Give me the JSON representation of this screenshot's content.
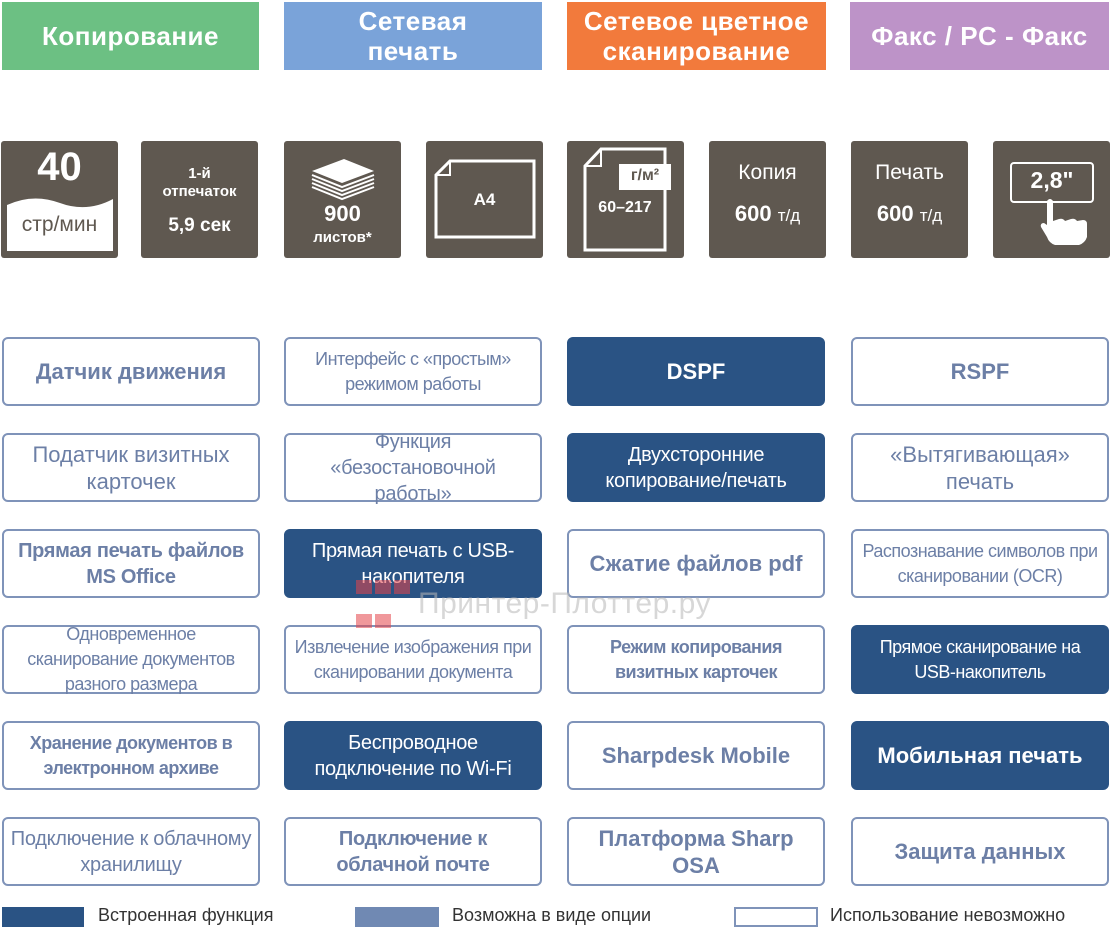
{
  "headers": [
    "Копирование",
    "Сетевая печать",
    "Сетевое цветное сканирование",
    "Факс / PC - Факс"
  ],
  "specs": {
    "speed": {
      "value": "40",
      "unit": "стр/мин"
    },
    "first_print": {
      "line1": "1-й",
      "line2": "отпечаток",
      "line3": "5,9 сек"
    },
    "paper_capacity": {
      "value": "900",
      "unit": "листов*"
    },
    "paper_size": {
      "label": "A4"
    },
    "paper_weight": {
      "unit": "г/м²",
      "range": "60–217"
    },
    "copy_res": {
      "label": "Копия",
      "value": "600",
      "unit": "т/д"
    },
    "print_res": {
      "label": "Печать",
      "value": "600",
      "unit": "т/д"
    },
    "screen": {
      "size": "2,8\""
    }
  },
  "features": [
    {
      "name": "motion-sensor",
      "text": "Датчик движения",
      "state": "outline",
      "bold": true
    },
    {
      "name": "simple-mode-ui",
      "text": "Интерфейс с «простым» режимом работы",
      "state": "outline",
      "bold": false
    },
    {
      "name": "dspf",
      "text": "DSPF",
      "state": "filled",
      "bold": true
    },
    {
      "name": "rspf",
      "text": "RSPF",
      "state": "outline",
      "bold": true
    },
    {
      "name": "business-card-feeder",
      "text": "Податчик визитных карточек",
      "state": "outline",
      "bold": false
    },
    {
      "name": "nonstop-function",
      "text": "Функция «безостановочной работы»",
      "state": "outline",
      "bold": false
    },
    {
      "name": "duplex",
      "text": "Двухсторонние копирование/печать",
      "state": "filled",
      "bold": false
    },
    {
      "name": "pull-print",
      "text": "«Вытягивающая» печать",
      "state": "outline",
      "bold": false
    },
    {
      "name": "ms-office-print",
      "text": "Прямая печать файлов MS Office",
      "state": "outline",
      "bold": true
    },
    {
      "name": "usb-print",
      "text": "Прямая печать с USB-накопителя",
      "state": "filled",
      "bold": false
    },
    {
      "name": "pdf-compression",
      "text": "Сжатие файлов pdf",
      "state": "outline",
      "bold": true
    },
    {
      "name": "ocr",
      "text": "Распознавание символов при сканировании (OCR)",
      "state": "outline",
      "bold": false
    },
    {
      "name": "mixed-size-scan",
      "text": "Одновременное сканирование документов разного размера",
      "state": "outline",
      "bold": false
    },
    {
      "name": "image-extract",
      "text": "Извлечение изображения при сканировании документа",
      "state": "outline",
      "bold": false
    },
    {
      "name": "card-copy-mode",
      "text": "Режим копирования визитных карточек",
      "state": "outline",
      "bold": true
    },
    {
      "name": "usb-scan",
      "text": "Прямое сканирование на  USB-накопитель",
      "state": "filled",
      "bold": false
    },
    {
      "name": "e-archive",
      "text": "Хранение документов в электронном архиве",
      "state": "outline",
      "bold": true
    },
    {
      "name": "wifi",
      "text": "Беспроводное подключение по Wi-Fi",
      "state": "filled",
      "bold": false
    },
    {
      "name": "sharpdesk-mobile",
      "text": "Sharpdesk Mobile",
      "state": "outline",
      "bold": true
    },
    {
      "name": "mobile-print",
      "text": "Мобильная печать",
      "state": "filled",
      "bold": true
    },
    {
      "name": "cloud-storage",
      "text": "Подключение к облачному хранилищу",
      "state": "outline",
      "bold": false
    },
    {
      "name": "cloud-mail",
      "text": "Подключение к облачной почте",
      "state": "outline",
      "bold": true
    },
    {
      "name": "sharp-osa",
      "text": "Платформа Sharp OSA",
      "state": "outline",
      "bold": true
    },
    {
      "name": "data-security",
      "text": "Защита данных",
      "state": "outline",
      "bold": true
    }
  ],
  "legend": {
    "builtin": "Встроенная функция",
    "optional": "Возможна в виде опции",
    "unavailable": "Использование невозможно"
  },
  "watermark": "Принтер-Плоттер.ру",
  "colors": {
    "copy": "#6cc083",
    "print": "#7aa3d9",
    "scan": "#f27a3c",
    "fax": "#bd93c8",
    "builtin": "#2a5384",
    "optional": "#7089b3",
    "outline": "#7f93b9",
    "spec_bg": "#5f5850"
  }
}
